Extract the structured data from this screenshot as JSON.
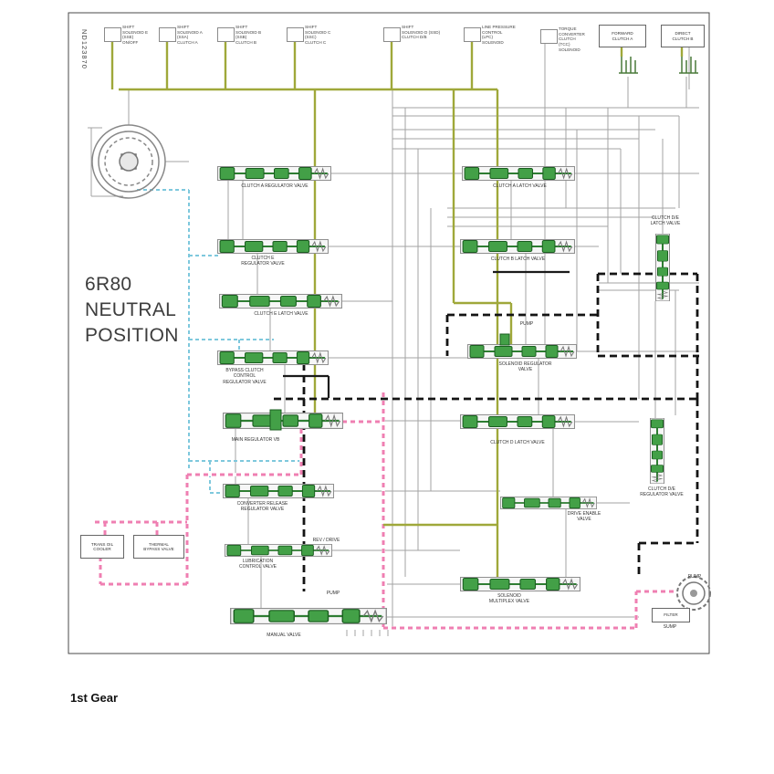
{
  "page": {
    "title": "6R80\nNEUTRAL\nPOSITION",
    "caption": "1st Gear",
    "doc_number": "ND123870"
  },
  "solenoids": [
    {
      "label": "SHIFT\nSOLENOID E\n(SSE)\nON/OFF"
    },
    {
      "label": "SHIFT\nSOLENOID A\n(SSA)\nCLUTCH A"
    },
    {
      "label": "SHIFT\nSOLENOID B\n(SSB)\nCLUTCH B"
    },
    {
      "label": "SHIFT\nSOLENOID C\n(SSC)\nCLUTCH C"
    },
    {
      "label": "SHIFT\nSOLENOID D (SSD)\nCLUTCH D/B"
    },
    {
      "label": "LINE PRESSURE\nCONTROL\n(LPC)\nSOLENOID"
    },
    {
      "label": "TORQUE\nCONVERTER\nCLUTCH\n(TCC)\nSOLENOID"
    },
    {
      "label": "FORWARD\nCLUTCH A"
    },
    {
      "label": "DIRECT\nCLUTCH B"
    }
  ],
  "valves": [
    {
      "label": "CLUTCH A REGULATOR VALVE"
    },
    {
      "label": "CLUTCH A LATCH VALVE"
    },
    {
      "label": "CLUTCH E\nREGULATOR VALVE"
    },
    {
      "label": "CLUTCH B LATCH VALVE"
    },
    {
      "label": "CLUTCH E LATCH VALVE"
    },
    {
      "label": "CLUTCH D/E\nLATCH VALVE"
    },
    {
      "label": "BYPASS CLUTCH\nCONTROL\nREGULATOR VALVE"
    },
    {
      "label": "SOLENOID REGULATOR\nVALVE"
    },
    {
      "label": "MAIN REGULATOR VB"
    },
    {
      "label": "CLUTCH D LATCH VALVE"
    },
    {
      "label": "CONVERTER RELEASE\nREGULATOR VALVE"
    },
    {
      "label": "DRIVE ENABLE\nVALVE"
    },
    {
      "label": "LUBRICATION\nCONTROL VALVE"
    },
    {
      "label": "MANUAL VALVE"
    },
    {
      "label": "SOLENOID\nMULTIPLEX VALVE"
    },
    {
      "label": "CLUTCH D/E\nREGULATOR VALVE"
    }
  ],
  "components": {
    "cooler": "TRANS OIL\nCOOLER",
    "thermal": "THERMAL\nBYPASS VALVE",
    "filter": "FILTER",
    "sump": "SUMP",
    "pump": "PUMP"
  },
  "tags": {
    "pump_mid": "PUMP",
    "rev_drive": "REV / DRIVE",
    "pump_low": "PUMP"
  },
  "colors": {
    "valve_green": "#43a047",
    "solenoid_feed_olive": "#9fa83a",
    "line_pressure_black": "#1a1a1a",
    "suction_pink": "#ef7fb2",
    "compensator_cyan": "#7ec8dd"
  }
}
